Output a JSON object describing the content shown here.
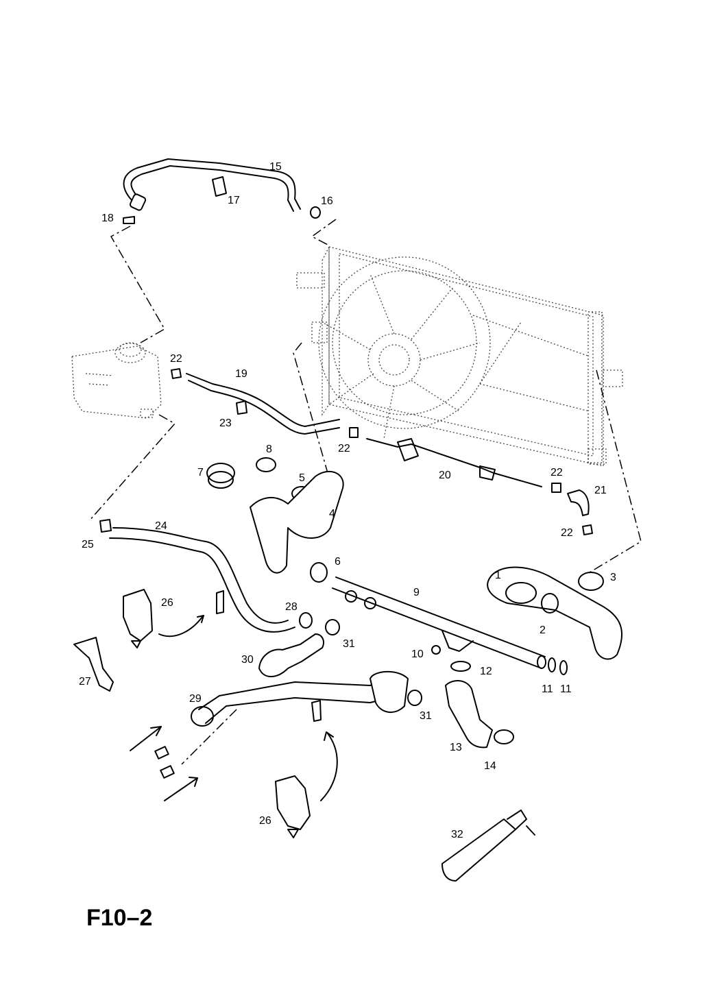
{
  "page_reference": "F10–2",
  "part_labels": {
    "p1": "1",
    "p2": "2",
    "p3": "3",
    "p4": "4",
    "p5": "5",
    "p6": "6",
    "p7": "7",
    "p8": "8",
    "p9": "9",
    "p10": "10",
    "p11a": "11",
    "p11b": "11",
    "p12": "12",
    "p13": "13",
    "p14": "14",
    "p15": "15",
    "p16": "16",
    "p17": "17",
    "p18": "18",
    "p19": "19",
    "p20": "20",
    "p21": "21",
    "p22a": "22",
    "p22b": "22",
    "p22c": "22",
    "p22d": "22",
    "p23": "23",
    "p24": "24",
    "p25": "25",
    "p26a": "26",
    "p26b": "26",
    "p27": "27",
    "p28": "28",
    "p29": "29",
    "p30": "30",
    "p31a": "31",
    "p31b": "31",
    "p32": "32"
  }
}
